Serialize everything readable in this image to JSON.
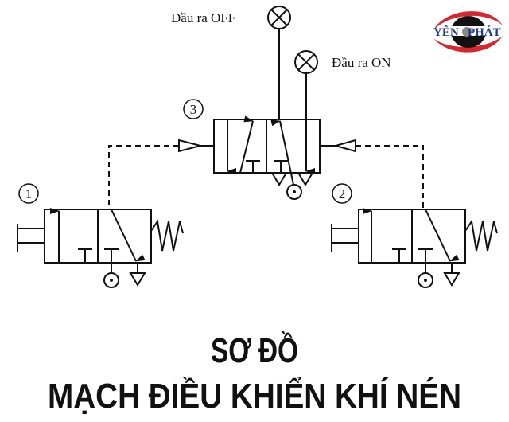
{
  "labels": {
    "output_off": "Đầu ra OFF",
    "output_on": "Đầu ra ON",
    "valve_1": "1",
    "valve_2": "2",
    "valve_3": "3"
  },
  "title": {
    "line1": "SƠ ĐỒ",
    "line2": "MẠCH ĐIỀU KHIỂN KHÍ NÉN"
  },
  "logo": {
    "text_left": "YÊN",
    "text_right": "PHÁT",
    "red": "#d7262e",
    "blue": "#1f3b8f"
  }
}
